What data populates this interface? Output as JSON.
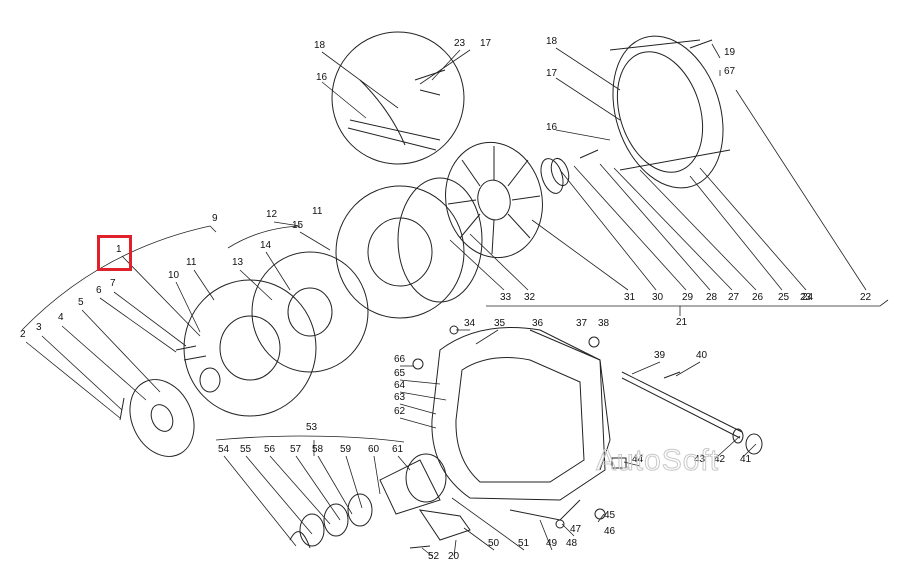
{
  "diagram": {
    "watermark": "AutoSoft",
    "highlight_color": "#e0202a",
    "highlighted_label": "1",
    "labels": [
      "1",
      "2",
      "3",
      "4",
      "5",
      "6",
      "7",
      "9",
      "10",
      "11",
      "12",
      "13",
      "14",
      "15",
      "16",
      "17",
      "18",
      "19",
      "20",
      "21",
      "22",
      "23",
      "24",
      "25",
      "26",
      "27",
      "28",
      "29",
      "30",
      "31",
      "32",
      "33",
      "34",
      "35",
      "36",
      "37",
      "38",
      "39",
      "40",
      "41",
      "42",
      "43",
      "44",
      "45",
      "46",
      "47",
      "48",
      "49",
      "50",
      "51",
      "52",
      "53",
      "54",
      "55",
      "56",
      "57",
      "58",
      "59",
      "60",
      "61",
      "62",
      "63",
      "64",
      "65",
      "66",
      "67"
    ]
  }
}
